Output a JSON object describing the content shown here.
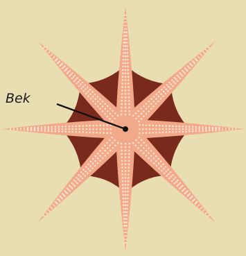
{
  "diagram": {
    "subject": "starfish",
    "colors": {
      "background": "#e9ddb2",
      "arm_fill": "#f2a98a",
      "arm_dots": "#fbe3d2",
      "membrane": "#7a2a1c",
      "pointer": "#111111"
    },
    "arm_count": 8,
    "labels": [
      {
        "text": "Bek"
      }
    ]
  }
}
